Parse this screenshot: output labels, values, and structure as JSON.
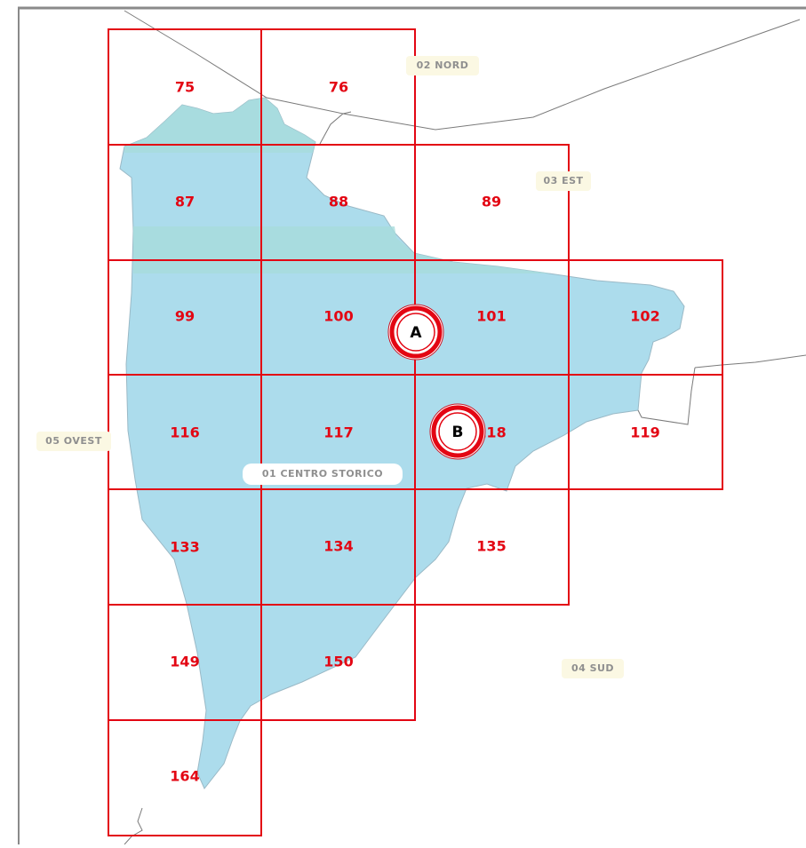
{
  "districts": [
    {
      "id": "01",
      "label": "01 CENTRO STORICO",
      "color": "#acdcec"
    },
    {
      "id": "02",
      "label": "02 NORD"
    },
    {
      "id": "03",
      "label": "03 EST"
    },
    {
      "id": "04",
      "label": "04 SUD"
    },
    {
      "id": "05",
      "label": "05 OVEST"
    }
  ],
  "tiles": [
    "75",
    "76",
    "87",
    "88",
    "89",
    "99",
    "100",
    "101",
    "102",
    "116",
    "117",
    "118",
    "119",
    "133",
    "134",
    "135",
    "149",
    "150",
    "164"
  ],
  "markers": [
    {
      "letter": "A"
    },
    {
      "letter": "B"
    }
  ],
  "colors": {
    "grid": "#e30613",
    "district_fill": "#acdcec",
    "district_label_bg": "#fbf8e3",
    "boundary": "#777777",
    "frame": "#8a8a8a"
  }
}
